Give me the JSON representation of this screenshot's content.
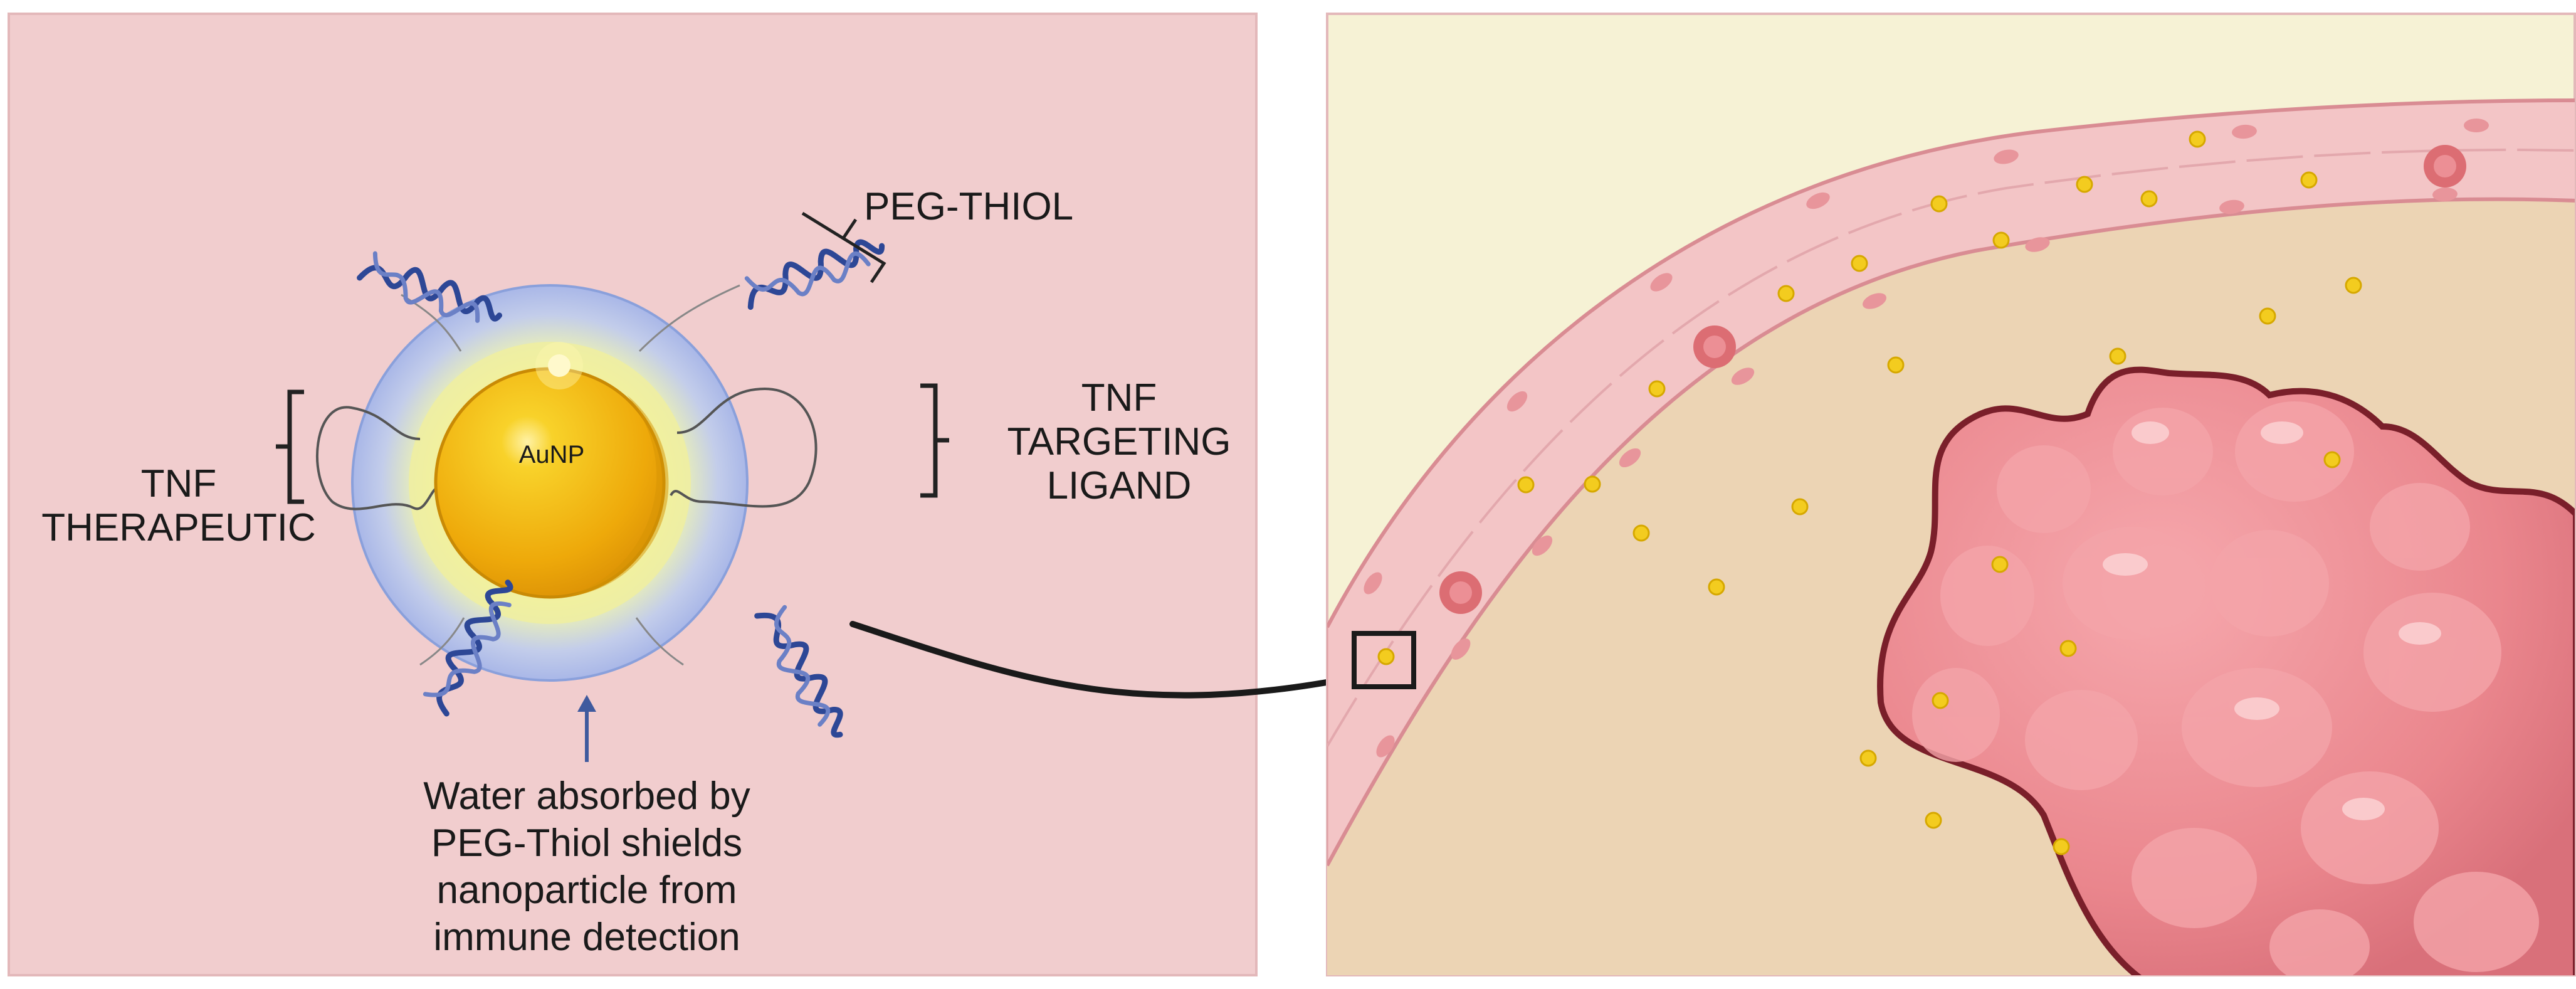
{
  "labels": {
    "peg_thiol": "PEG-THIOL",
    "auNP": "AuNP",
    "tnf_left_line1": "TNF",
    "tnf_left_line2": "THERAPEUTIC",
    "tnf_right_line1": "TNF",
    "tnf_right_line2": "TARGETING",
    "tnf_right_line3": "LIGAND",
    "note_line1": "Water absorbed by",
    "note_line2": "PEG-Thiol shields",
    "note_line3": "nanoparticle from",
    "note_line4": "immune detection"
  },
  "colors": {
    "left_panel_bg": "#f1cdce",
    "right_panel_bg": "#f6f2d5",
    "tissue_bg": "#ecd4b4",
    "vessel_wall": "#f3c2c4",
    "tumor": "#e8838a",
    "tumor_outline": "#7a1f2a",
    "gold": "#f2b705",
    "particle": "#f3cc1f",
    "blue_shell": "#aab9e6",
    "helix": "#2d4796"
  },
  "icons": [
    "gold-nanoparticle-icon",
    "helix-icon",
    "blood-vessel-icon",
    "tumor-icon",
    "red-blood-cell-icon"
  ]
}
